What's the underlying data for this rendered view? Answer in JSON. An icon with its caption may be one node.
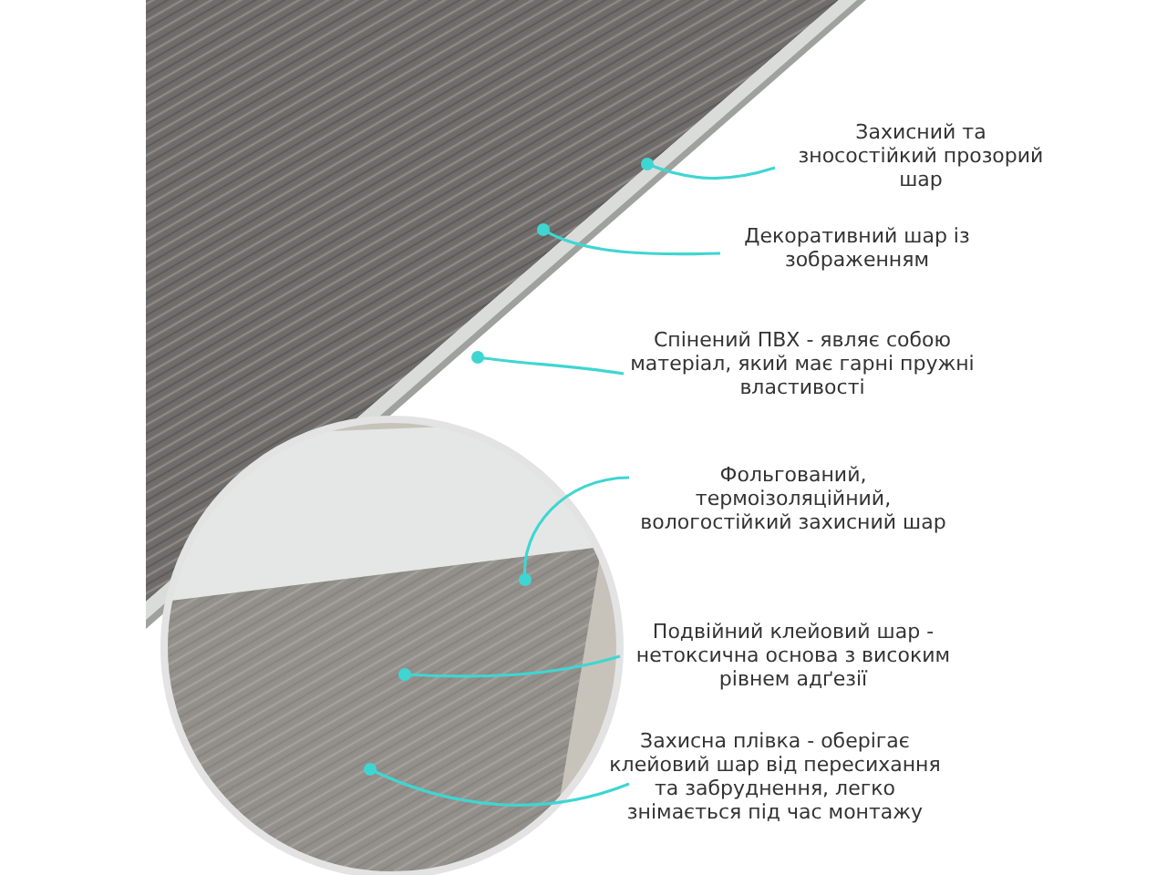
{
  "diagram": {
    "nodes": [
      {
        "text": [
          "Захисний та зносостійкий прозорий шар"
        ]
      },
      {
        "text": [
          "Декоративний шар із зображенням"
        ]
      },
      {
        "text": [
          "Спінений ПВХ - являє собою матеріал, який має гарні пружні властивості"
        ]
      },
      {
        "text": [
          "Фольгований, термоізоляційний, вологостійкий захисний шар"
        ]
      },
      {
        "text": [
          "Подвійний клейовий шар - нетоксична основа з високим рівнем адґезії"
        ]
      },
      {
        "text": [
          "Захисна плівка - оберігає клейовий шар від пересихання та забруднення, легко знімається під час монтажу"
        ]
      }
    ],
    "edges": [
      {
        "from": 0,
        "to": null,
        "arrow": "other"
      },
      {
        "from": 1,
        "to": null,
        "arrow": "other"
      },
      {
        "from": 2,
        "to": null,
        "arrow": "other"
      },
      {
        "from": 3,
        "to": null,
        "arrow": "other"
      },
      {
        "from": 4,
        "to": null,
        "arrow": "other"
      },
      {
        "from": 5,
        "to": null,
        "arrow": "other"
      }
    ]
  }
}
